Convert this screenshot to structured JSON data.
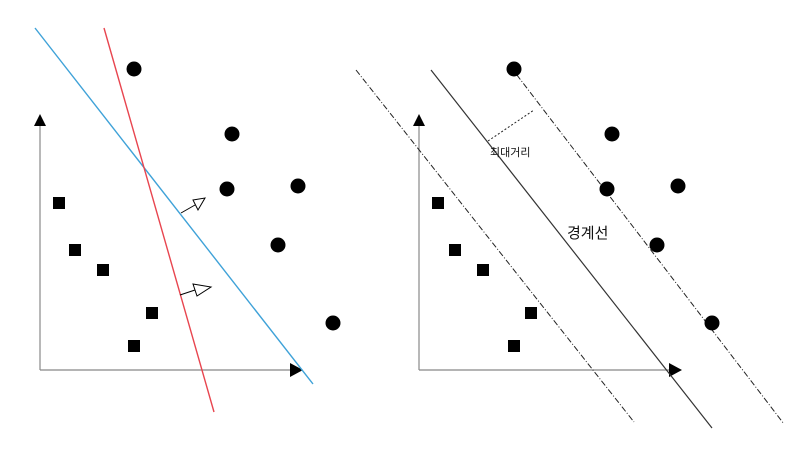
{
  "labels": {
    "max_margin": "최대거리",
    "boundary": "경계선"
  },
  "colors": {
    "background": "#ffffff",
    "axis": "#888888",
    "marker": "#000000",
    "line_blue": "#3fa2d8",
    "line_red": "#e8454f",
    "boundary": "#333333",
    "margin_dashed": "#222222"
  },
  "classes": {
    "square_marker": "square",
    "circle_marker": "circle"
  }
}
